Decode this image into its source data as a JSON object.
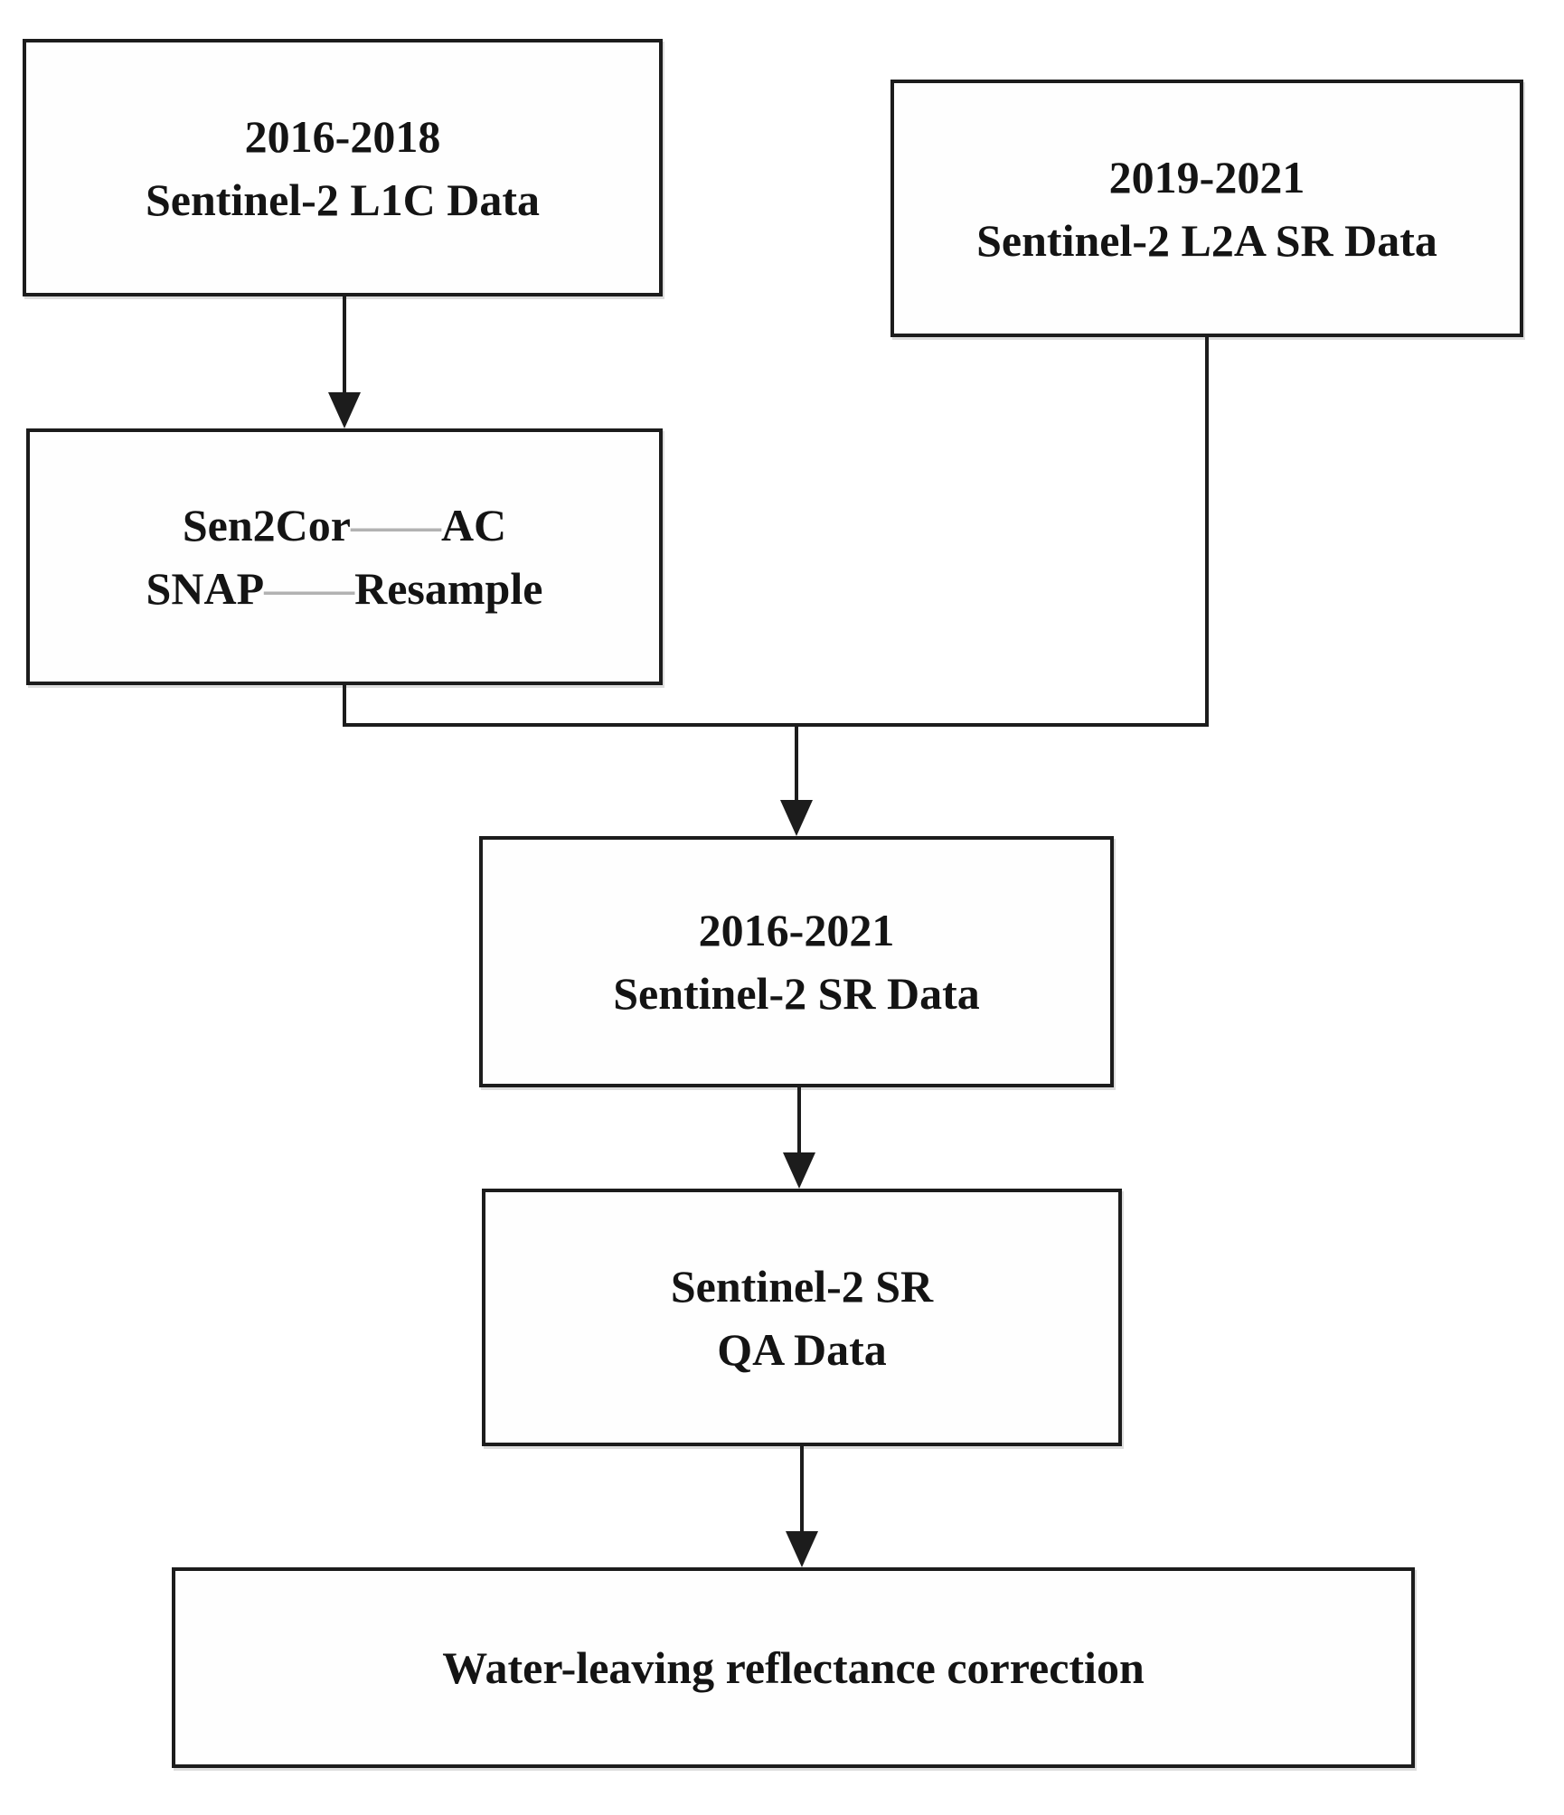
{
  "figure": {
    "type": "flowchart",
    "background": "#ffffff",
    "colors": {
      "ink": "#141414",
      "border": "#1c1c1c",
      "connector": "#1c1c1c",
      "dash": "#b2b2b2"
    },
    "nodes": [
      {
        "id": "sentinel2-l1c",
        "line1": "2016-2018",
        "line2": "Sentinel-2 L1C Data"
      },
      {
        "id": "sentinel2-l2a-sr",
        "line1": "2019-2021",
        "line2": "Sentinel-2 L2A SR Data"
      },
      {
        "id": "sen2cor-snap",
        "line1_pre": "Sen2Cor",
        "line1_dash": "——",
        "line1_post": "AC",
        "line2_pre": "SNAP",
        "line2_dash": "——",
        "line2_post": "Resample"
      },
      {
        "id": "sentinel2-sr",
        "line1": "2016-2021",
        "line2": "Sentinel-2 SR Data"
      },
      {
        "id": "sentinel2-sr-qa",
        "line1": "Sentinel-2 SR",
        "line2": "QA Data"
      },
      {
        "id": "water-leaving-correction",
        "line1": "Water-leaving reflectance correction"
      }
    ],
    "edges": [
      {
        "from": "sentinel2-l1c",
        "to": "sen2cor-snap"
      },
      {
        "from": "sen2cor-snap",
        "to": "sentinel2-sr"
      },
      {
        "from": "sentinel2-l2a-sr",
        "to": "sentinel2-sr"
      },
      {
        "from": "sentinel2-sr",
        "to": "sentinel2-sr-qa"
      },
      {
        "from": "sentinel2-sr-qa",
        "to": "water-leaving-correction"
      }
    ]
  }
}
